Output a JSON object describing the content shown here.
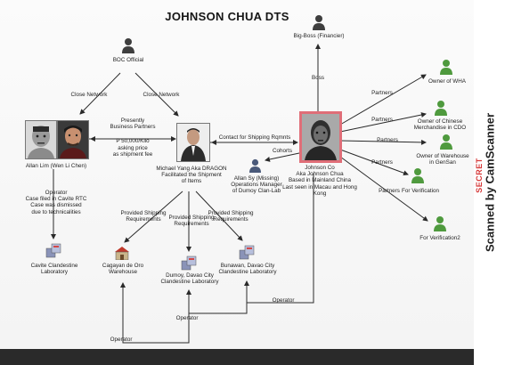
{
  "title": "JOHNSON CHUA DTS",
  "watermark": "Scanned by CamScanner",
  "stamp": "SECRET",
  "nodes": {
    "big_boss": "Big-Boss (Financier)",
    "boc_official": "BOC Official",
    "allan_lim": "Allan Lim (Wen Li Chen)",
    "operator_case": [
      "Operator",
      "Case filed in Cavite RTC",
      "Case was dismissed",
      "due to technicalities"
    ],
    "cavite_lab": [
      "Cavite Clandestine",
      "Laboratory"
    ],
    "michael_yang": [
      "Michael Yang Aka DRAGON",
      "Facilitated the Shipment",
      "of Items"
    ],
    "johnson_co": [
      "Johnson Co",
      "Aka Johnson Chua",
      "Based in Mainland China",
      "Last seen in Macau and Hong",
      "Kong"
    ],
    "allan_sy": [
      "Allan Sy (Missing)",
      "Operations Manager",
      "of Dumoy Clan-Lab"
    ],
    "owner_wha": "Owner of WHA",
    "owner_chinese": [
      "Owner of Chinese",
      "Merchandise in CDO"
    ],
    "owner_warehouse": [
      "Owner of Warehouse",
      "in GenSan"
    ],
    "for_verification": "For Verification",
    "for_verification2": "For Verification2",
    "cagayan": [
      "Cagayan de Oro",
      "Warehouse"
    ],
    "dumoy": [
      "Dumoy, Davao City",
      "Clandestine Laboratory"
    ],
    "bunawan": [
      "Bunawan, Davao City",
      "Clandestine Laboratory"
    ]
  },
  "edges": {
    "close_network_left": "Close Network",
    "close_network_right": "Close Network",
    "boss": "Boss",
    "business_partners": [
      "Presently",
      "Business Partners",
      "P 50,000/Kilo",
      "asking price",
      "as shipment fee"
    ],
    "contact_shipping": "Contact for Shipping Rqmnts",
    "cohorts": "Cohorts",
    "partners": [
      "Partners",
      "Partners",
      "Partners",
      "Partners",
      "Partners"
    ],
    "provided_shipping": [
      [
        "Provided Shipping",
        "Requirements"
      ],
      [
        "Provided Shipping",
        "Requirements"
      ],
      [
        "Provided Shipping",
        "Requirements"
      ]
    ],
    "operator_1": "Operator",
    "operator_2": "Operator",
    "operator_3": "Operator"
  },
  "colors": {
    "line": "#2a2a2a",
    "person_dark": "#3e3e3e",
    "person_green": "#4f9a3e",
    "highlight_border": "#e06e78",
    "stamp": "#d63a3a"
  },
  "icons": [
    "person-dark-icon",
    "person-green-icon",
    "building-icon",
    "boxes-icon"
  ]
}
